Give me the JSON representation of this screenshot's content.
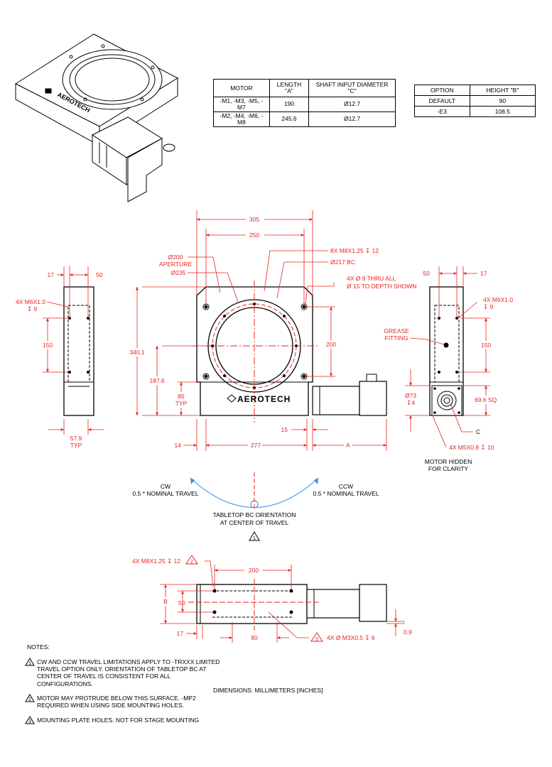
{
  "motor_table": {
    "headers": [
      "MOTOR",
      "LENGTH \"A\"",
      "SHAFT INPUT DIAMETER \"C\""
    ],
    "rows": [
      [
        "-M1, -M3, -M5, -M7",
        "190",
        "Ø12.7"
      ],
      [
        "-M2, -M4, -M6, -M8",
        "245.6",
        "Ø12.7"
      ]
    ]
  },
  "option_table": {
    "headers": [
      "OPTION",
      "HEIGHT \"B\""
    ],
    "rows": [
      [
        "DEFAULT",
        "90"
      ],
      [
        "-E3",
        "108.5"
      ]
    ]
  },
  "brand": {
    "logo": "AEROTECH"
  },
  "front_view": {
    "dim_305": "305",
    "dim_250": "250",
    "aperture_dia": "Ø200",
    "aperture_label": "APERTURE",
    "dia_235": "Ø235",
    "holes_8x": "8X M8X1.25 ↧ 12",
    "bc_217": "Ø217 BC",
    "thru_4x": "4X Ø 9 THRU ALL",
    "cbore": "Ø 15 TO DEPTH SHOWN",
    "dim_340": "340.1",
    "dim_200": "200",
    "dim_187": "187.6",
    "dim_85": "85",
    "typ": "TYP",
    "dim_15": "15",
    "dim_14": "14",
    "dim_277": "277",
    "dim_A": "A"
  },
  "left_view": {
    "dim_17": "17",
    "dim_50": "50",
    "tap_4x": "4X M6X1.0",
    "tap_depth": "↧ 9",
    "dim_150": "150",
    "dim_57": "57.9",
    "typ": "TYP"
  },
  "right_view": {
    "dim_50": "50",
    "dim_17": "17",
    "tap_4x": "4X M6X1.0",
    "tap_depth": "↧ 9",
    "grease": "GREASE",
    "fitting": "FITTING",
    "dim_150": "150",
    "dia_73": "Ø73",
    "depth_4": "↧4",
    "sq": "69.6 SQ",
    "label_c": "C",
    "tap_m5": "4X M5X0.8 ↧ 10",
    "hidden_1": "MOTOR HIDDEN",
    "hidden_2": "FOR CLARITY"
  },
  "travel": {
    "cw": "CW",
    "cw_sub": "0.5 * NOMINAL TRAVEL",
    "ccw": "CCW",
    "ccw_sub": "0.5 * NOMINAL TRAVEL",
    "orient_1": "TABLETOP BC ORIENTATION",
    "orient_2": "AT CENTER OF TRAVEL",
    "flag": "1"
  },
  "bottom_view": {
    "holes": "4X M8X1.25 ↧ 12",
    "flag2": "2",
    "dim_200": "200",
    "dim_B": "B",
    "dim_50": "50",
    "dim_17": "17",
    "dim_80": "80",
    "flag3": "3",
    "plate_holes": "4X Ø M3X0.5 ↧ 6",
    "dim_09": "0.9"
  },
  "notes": {
    "title": "NOTES:",
    "items": [
      {
        "flag": "1",
        "text": "CW AND CCW TRAVEL LIMITATIONS APPLY TO -TRXXX LIMITED TRAVEL OPTION ONLY. ORIENTATION OF TABLETOP BC AT CENTER OF TRAVEL IS CONSISTENT FOR ALL CONFIGURATIONS."
      },
      {
        "flag": "2",
        "text": "MOTOR MAY PROTRUDE BELOW THIS SURFACE. -MP2 REQUIRED WHEN USING SIDE MOUNTING HOLES."
      },
      {
        "flag": "3",
        "text": "MOUNTING PLATE HOLES. NOT FOR STAGE MOUNTING"
      }
    ]
  },
  "dimensions_label": "DIMENSIONS: MILLIMETERS [INCHES]",
  "colors": {
    "dimension": "#e8231f",
    "line": "#000000",
    "arc": "#3b8de0"
  }
}
